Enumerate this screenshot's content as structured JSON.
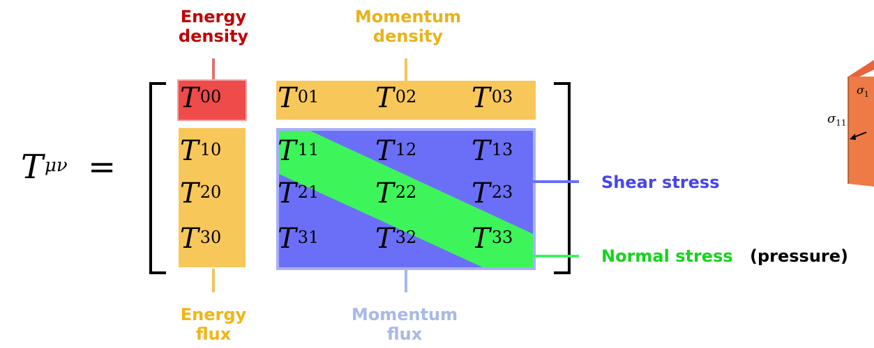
{
  "lhs": {
    "symbol": "T",
    "indices": "μν",
    "equals": "="
  },
  "labels": {
    "energy_density": [
      "Energy",
      "density"
    ],
    "momentum_density": [
      "Momentum",
      "density"
    ],
    "energy_flux": [
      "Energy",
      "flux"
    ],
    "momentum_flux": [
      "Momentum",
      "flux"
    ],
    "shear_stress": "Shear stress",
    "normal_stress": "Normal stress",
    "pressure": "(pressure)"
  },
  "matrix": {
    "symbol": "T",
    "rows": [
      [
        "00",
        "01",
        "02",
        "03"
      ],
      [
        "10",
        "11",
        "12",
        "13"
      ],
      [
        "20",
        "21",
        "22",
        "23"
      ],
      [
        "30",
        "31",
        "32",
        "33"
      ]
    ]
  },
  "cube": {
    "labels": [
      "σ",
      "σ"
    ],
    "subscripts": [
      "11",
      "1"
    ]
  },
  "colors": {
    "energy_density": "#ef4b4b",
    "energy_density_text": "#c00000",
    "yellow": "#f7c75a",
    "yellow_text": "#e8b21b",
    "blue": "#6b6ff7",
    "blue_border": "#a9aff6",
    "blue_text": "#4545f0",
    "green": "#3df55a",
    "green_text": "#14d41a",
    "momentum_flux_text": "#a9b8e8",
    "cube": "#ee7a45"
  }
}
